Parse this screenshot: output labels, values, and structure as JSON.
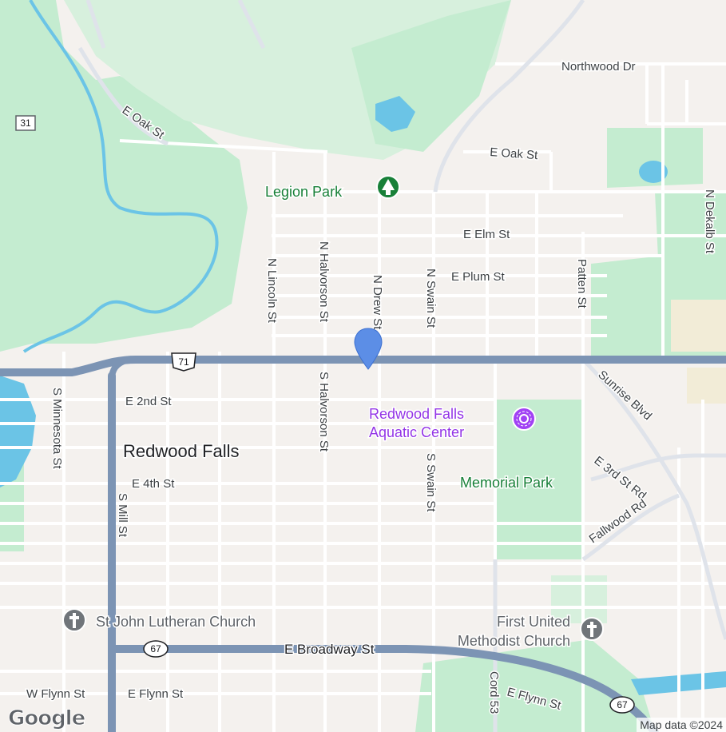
{
  "map": {
    "city_label": "Redwood Falls",
    "streets": {
      "northwood_dr": "Northwood Dr",
      "e_oak_st_west": "E Oak St",
      "e_oak_st_east": "E Oak St",
      "e_elm_st": "E Elm St",
      "e_plum_st": "E Plum St",
      "n_lincoln_st": "N Lincoln St",
      "n_halvorson_st": "N Halvorson St",
      "n_drew_st": "N Drew St",
      "n_swain_st": "N Swain St",
      "patten_st": "Patten St",
      "n_dekalb_st": "N Dekalb St",
      "s_minnesota_st": "S Minnesota St",
      "e_2nd_st": "E 2nd St",
      "e_4th_st": "E 4th St",
      "s_mill_st": "S Mill St",
      "s_halvorson_st": "S Halvorson St",
      "s_swain_st": "S Swain St",
      "sunrise_blvd": "Sunrise Blvd",
      "e_3rd_st_rd": "E 3rd St Rd",
      "fallwood_rd": "Fallwood Rd",
      "e_broadway_st": "E Broadway St",
      "w_flynn_st": "W Flynn St",
      "e_flynn_st_west": "E Flynn St",
      "e_flynn_st_east": "E Flynn St",
      "cord_53": "Cord 53"
    },
    "highway_shields": {
      "hwy_31": "31",
      "hwy_71": "71",
      "hwy_67_west": "67",
      "hwy_67_east": "67"
    },
    "places": {
      "legion_park": "Legion Park",
      "aquatic_center_line1": "Redwood Falls",
      "aquatic_center_line2": "Aquatic Center",
      "memorial_park": "Memorial Park",
      "st_john_church": "St John Lutheran Church",
      "first_united_line1": "First United",
      "first_united_line2": "Methodist Church"
    },
    "icons": {
      "legion_park": "tree-icon",
      "aquatic_center": "pool-icon",
      "st_john_church": "cross-icon",
      "first_united": "cross-icon",
      "location_pin": "map-pin-icon"
    },
    "colors": {
      "land": "#f4f1ee",
      "park": "#c4ecd0",
      "water": "#6bc4e6",
      "road": "#ffffff",
      "highway": "#7c94b4",
      "pin": "#5c8ee6",
      "park_label": "#188038",
      "poi_label": "#9334e6"
    },
    "attribution": "Map data ©2024",
    "logo": "Google"
  }
}
